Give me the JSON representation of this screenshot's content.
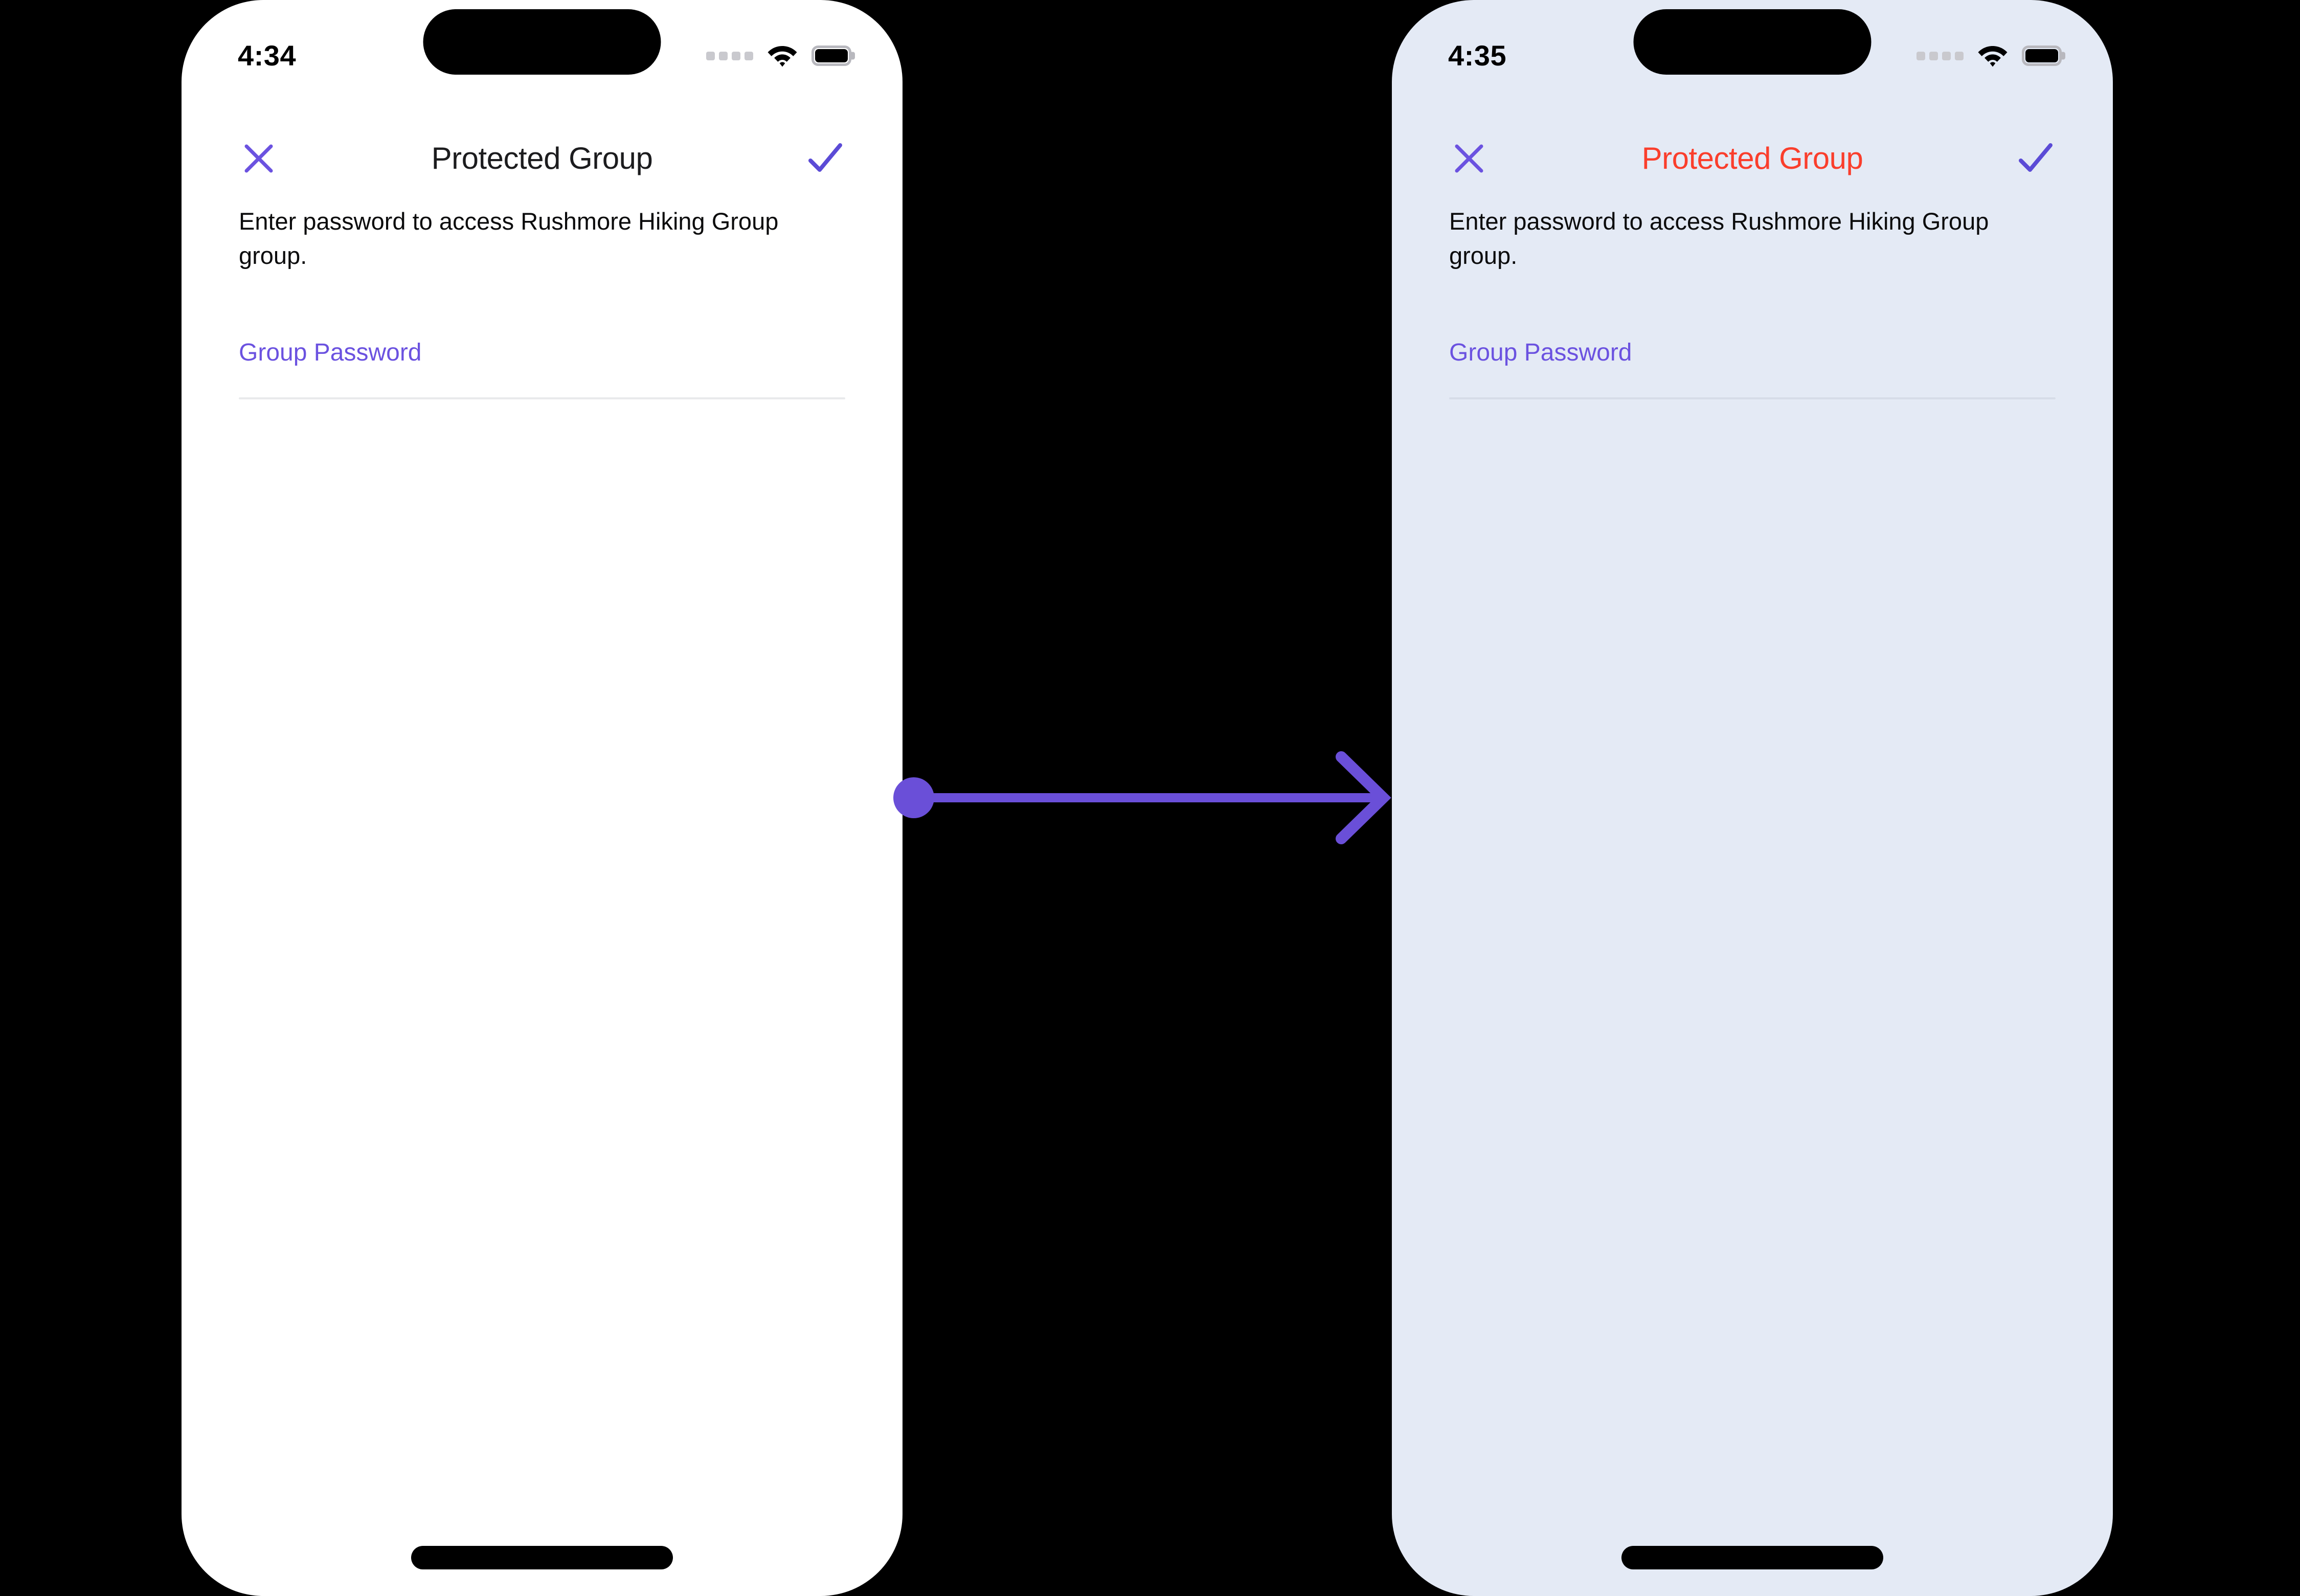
{
  "theme": {
    "accent_purple": "#6B52E0",
    "arrow_purple": "#6A4FD8",
    "error_red": "#FA3E2C",
    "left_screen_bg": "#FFFFFF",
    "right_screen_bg": "#E4EAF5",
    "canvas_bg": "#000000",
    "divider": "#E9EAEC"
  },
  "screens": [
    {
      "id": "before",
      "status_bar": {
        "time": "4:34",
        "cellular_icon": "signal-dots-icon",
        "wifi_icon": "wifi-icon",
        "battery_icon": "battery-full-icon"
      },
      "nav": {
        "close_icon": "close-x-icon",
        "close_label": "Close",
        "title": "Protected Group",
        "title_color": "#1C1C1E",
        "confirm_icon": "checkmark-icon",
        "confirm_label": "Submit"
      },
      "body": {
        "description": "Enter password to access Rushmore Hiking Group group.",
        "field_label": "Group Password",
        "field_value": "",
        "field_placeholder": ""
      },
      "home_indicator": "home-indicator"
    },
    {
      "id": "after",
      "status_bar": {
        "time": "4:35",
        "cellular_icon": "signal-dots-icon",
        "wifi_icon": "wifi-icon",
        "battery_icon": "battery-full-icon"
      },
      "nav": {
        "close_icon": "close-x-icon",
        "close_label": "Close",
        "title": "Protected Group",
        "title_color": "#FA3E2C",
        "confirm_icon": "checkmark-icon",
        "confirm_label": "Submit"
      },
      "body": {
        "description": "Enter password to access Rushmore Hiking Group group.",
        "field_label": "Group Password",
        "field_value": "",
        "field_placeholder": ""
      },
      "home_indicator": "home-indicator"
    }
  ],
  "connector": {
    "icon": "arrow-right-icon",
    "from": "before",
    "to": "after",
    "color": "#6A4FD8"
  }
}
